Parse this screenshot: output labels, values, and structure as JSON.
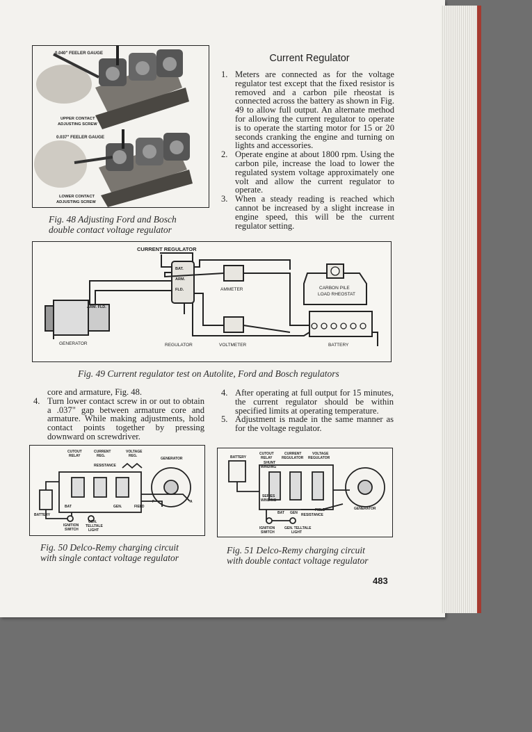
{
  "heading": "Current Regulator",
  "right_steps": [
    {
      "num": "1.",
      "text": "Meters are connected as for the voltage regulator test except that the fixed resistor is removed and a carbon pile rheostat is connected across the battery as shown in Fig. 49 to allow full output. An alternate method for allowing the current regulator to operate is to operate the starting motor for 15 or 20 seconds cranking the engine and turning on lights and accessories."
    },
    {
      "num": "2.",
      "text": "Operate engine at about 1800 rpm. Using the carbon pile, increase the load to lower the regulated system voltage approximately one volt and allow the current regulator to operate."
    },
    {
      "num": "3.",
      "text": "When a steady reading is reached which cannot be increased by a slight increase in engine speed, this will be the current regulator setting."
    }
  ],
  "fig48": {
    "labels": {
      "top_gauge": "0.040\" FEELER GAUGE",
      "upper_screw_1": "UPPER CONTACT",
      "upper_screw_2": "ADJUSTING SCREW",
      "bottom_gauge": "0.037\" FEELER GAUGE",
      "lower_screw_1": "LOWER CONTACT",
      "lower_screw_2": "ADJUSTING SCREW"
    },
    "caption_line1": "Fig. 48  Adjusting Ford and Bosch",
    "caption_line2": "double  contact  voltage  regulator"
  },
  "fig49": {
    "labels": {
      "current_regulator": "CURRENT  REGULATOR",
      "bat": "BAT.",
      "arm": "ARM.",
      "fld": "FLD.",
      "ammeter": "AMMETER",
      "carbon_pile_1": "CARBON PILE",
      "carbon_pile_2": "LOAD RHEOSTAT",
      "arm_fld": "ARM. FLD.",
      "generator": "GENERATOR",
      "regulator": "REGULATOR",
      "voltmeter": "VOLTMETER",
      "battery": "BATTERY"
    },
    "caption": "Fig. 49  Current regulator test on Autolite, Ford and Bosch regulators"
  },
  "left_text": {
    "continuation": "core and armature, Fig. 48.",
    "step4_num": "4.",
    "step4": "Turn lower contact screw in or out to obtain a .037\" gap between armature core and armature. While making adjustments, hold contact points together by pressing downward on screwdriver."
  },
  "right_text2": [
    {
      "num": "4.",
      "text": "After operating at full output for 15 minutes, the current regulator should be within specified limits at operating temperature."
    },
    {
      "num": "5.",
      "text": "Adjustment is made in the same manner as for the voltage regulator."
    }
  ],
  "fig50": {
    "labels": {
      "cutout_1": "CUTOUT",
      "cutout_2": "RELAY",
      "current_1": "CURRENT",
      "current_2": "REG.",
      "voltage_1": "VOLTAGE",
      "voltage_2": "REG.",
      "resistance": "RESISTANCE",
      "generator": "GENERATOR",
      "bat": "BAT",
      "gen": "GEN.",
      "field": "FIELD",
      "battery": "BATTERY",
      "ignition_1": "IGNITION",
      "ignition_2": "SWITCH",
      "telltale_1": "GEN.",
      "telltale_2": "TELLTALE",
      "telltale_3": "LIGHT",
      "f": "F",
      "a": "A"
    },
    "caption_line1": "Fig. 50  Delco-Remy charging circuit",
    "caption_line2": "with  single  contact  voltage  regulator"
  },
  "fig51": {
    "labels": {
      "battery": "BATTERY",
      "cutout_1": "CUTOUT",
      "cutout_2": "RELAY",
      "current_1": "CURRENT",
      "current_2": "REGULATOR",
      "voltage_1": "VOLTAGE",
      "voltage_2": "REGULATOR",
      "shunt_1": "SHUNT",
      "shunt_2": "WINDING",
      "series_1": "SERIES",
      "series_2": "WINDING",
      "bat": "BAT",
      "gen": "GEN",
      "field": "FIELD",
      "resistance": "RESISTANCE",
      "generator": "GENERATOR",
      "ignition_1": "IGNITION",
      "ignition_2": "SWITCH",
      "telltale_1": "GEN. TELLTALE",
      "telltale_2": "LIGHT"
    },
    "caption_line1": "Fig. 51  Delco-Remy charging circuit",
    "caption_line2": "with  double  contact  voltage  regulator"
  },
  "page_number": "483"
}
